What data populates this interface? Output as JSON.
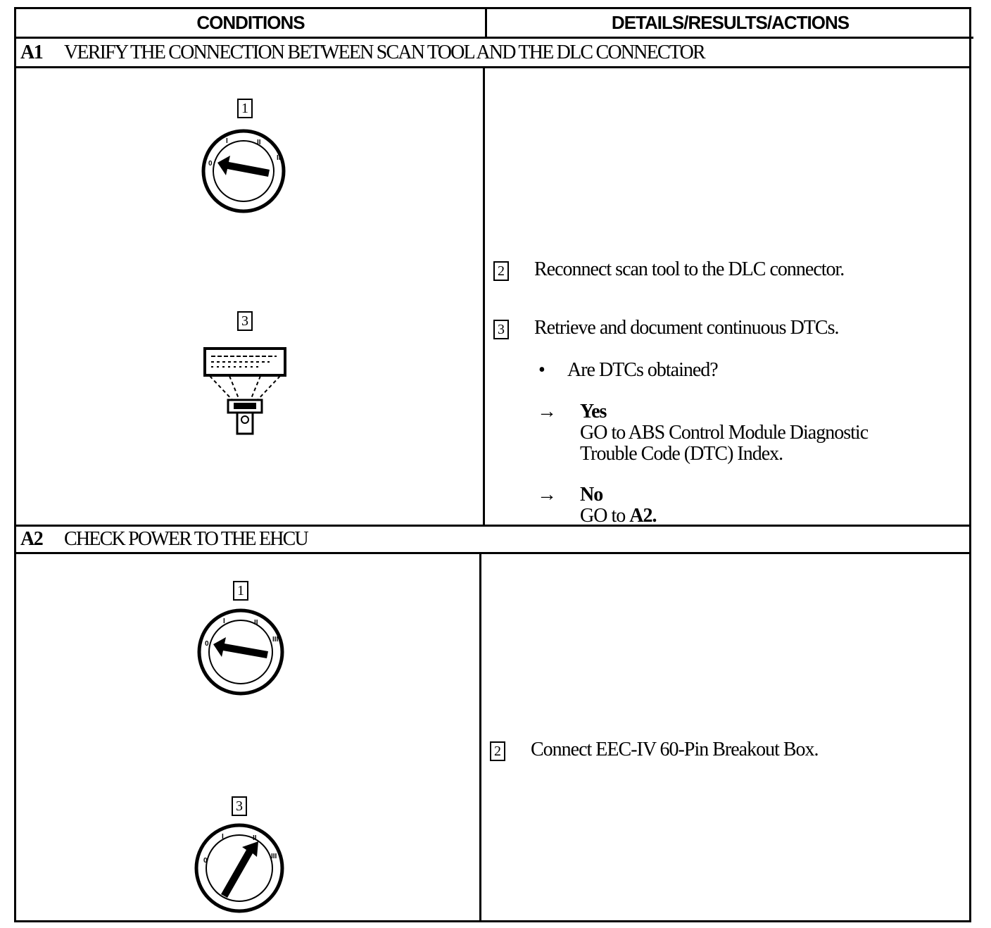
{
  "header": {
    "conditions": "CONDITIONS",
    "details": "DETAILS/RESULTS/ACTIONS"
  },
  "a1": {
    "id": "A1",
    "title": "VERIFY THE CONNECTION BETWEEN SCAN TOOL AND THE DLC CONNECTOR",
    "figures": [
      {
        "step": "1",
        "icon": "ignition-key-off-icon"
      },
      {
        "step": "3",
        "icon": "scan-tool-icon"
      }
    ],
    "actions": [
      {
        "step": "2",
        "text": "Reconnect scan tool to the DLC connector."
      },
      {
        "step": "3",
        "text": "Retrieve and document continuous DTCs."
      }
    ],
    "question": "Are DTCs obtained?",
    "bullet": "•",
    "arrow": "→",
    "yes": {
      "label": "Yes",
      "line1": "GO to ABS Control Module Diagnostic",
      "line2": "Trouble Code (DTC) Index."
    },
    "no": {
      "label": "No",
      "go": "GO to ",
      "target": "A2."
    }
  },
  "a2": {
    "id": "A2",
    "title": "CHECK POWER TO THE EHCU",
    "figures": [
      {
        "step": "1",
        "icon": "ignition-key-off-icon"
      },
      {
        "step": "3",
        "icon": "ignition-key-run-icon"
      }
    ],
    "actions": [
      {
        "step": "2",
        "text": "Connect EEC-IV 60-Pin Breakout Box."
      }
    ]
  }
}
